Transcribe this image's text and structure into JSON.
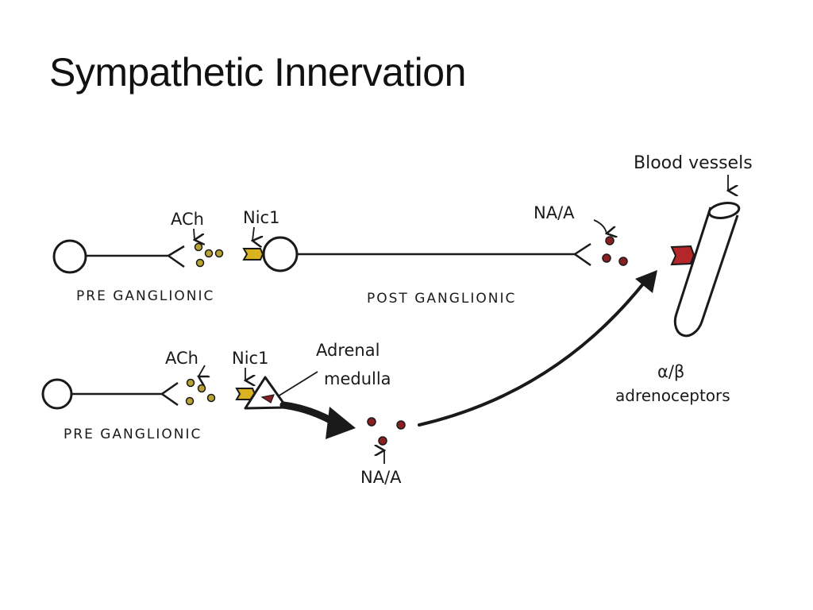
{
  "slide": {
    "title": "Sympathetic Innervation"
  },
  "diagram": {
    "labels": {
      "blood_vessels": "Blood vessels",
      "ach_top": "ACh",
      "nic_top": "Nic1",
      "na_a_top": "NA/A",
      "pre_ganglionic_top": "PRE GANGLIONIC",
      "post_ganglionic": "POST GANGLIONIC",
      "ach_bottom": "ACh",
      "nic_bottom": "Nic1",
      "adrenal_line1": "Adrenal",
      "adrenal_line2": "medulla",
      "receptors_line1": "α/β",
      "receptors_line2": "adrenoceptors",
      "pre_ganglionic_bottom": "PRE GANGLIONIC",
      "na_a_bottom": "NA/A"
    },
    "colors": {
      "ink": "#1a1a1a",
      "ach_vesicle": "#b8a233",
      "na_vesicle": "#8a1f22",
      "receptor_yellow": "#d8b21f",
      "receptor_red": "#b5262b"
    }
  }
}
